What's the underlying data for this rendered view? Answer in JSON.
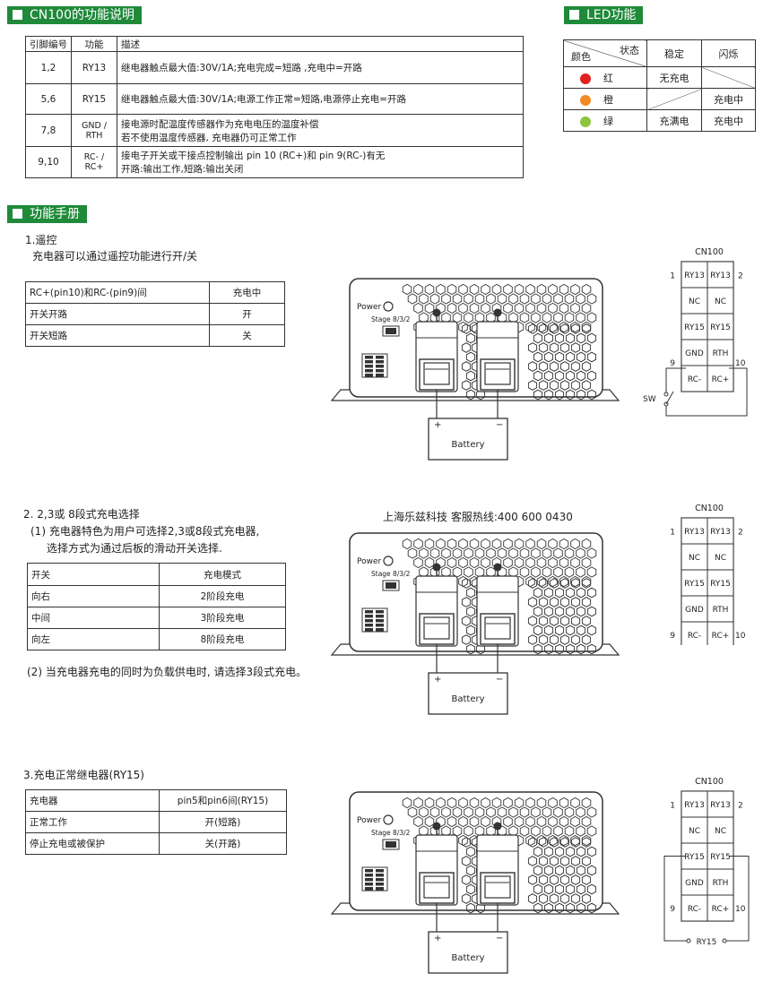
{
  "section1": {
    "title": "CN100的功能说明",
    "headers": [
      "引脚编号",
      "功能",
      "描述"
    ],
    "rows": [
      {
        "pin": "1,2",
        "func": "RY13",
        "desc1": "继电器触点最大值:30V/1A;充电完成=短路 ,充电中=开路",
        "desc2": ""
      },
      {
        "pin": "5,6",
        "func": "RY15",
        "desc1": "继电器触点最大值:30V/1A;电源工作正常=短路,电源停止充电=开路",
        "desc2": ""
      },
      {
        "pin": "7,8",
        "func": "GND / RTH",
        "desc1": "接电源时配温度传感器作为充电电压的温度补偿",
        "desc2": "若不使用温度传感器, 充电器仍可正常工作"
      },
      {
        "pin": "9,10",
        "func": "RC- / RC+",
        "desc1": "接电子开关或干接点控制输出 pin 10 (RC+)和 pin 9(RC-)有无",
        "desc2": "开路:输出工作,短路:输出关闭"
      }
    ]
  },
  "led": {
    "title": "LED功能",
    "header_state": "状态",
    "header_color": "颜色",
    "col_steady": "稳定",
    "col_flash": "闪烁",
    "rows": [
      {
        "name": "红",
        "color": "#e02020",
        "steady": "无充电",
        "flash": ""
      },
      {
        "name": "橙",
        "color": "#f08a24",
        "steady": "",
        "flash": "充电中"
      },
      {
        "name": "绿",
        "color": "#8cc63f",
        "steady": "充满电",
        "flash": "充电中"
      }
    ]
  },
  "manual": {
    "title": "功能手册",
    "s1": {
      "heading": "1.遥控",
      "desc": "充电器可以通过遥控功能进行开/关",
      "table": [
        [
          "RC+(pin10)和RC-(pin9)间",
          "充电中"
        ],
        [
          "开关开路",
          "开"
        ],
        [
          "开关短路",
          "关"
        ]
      ]
    },
    "s2": {
      "heading": "2. 2,3或 8段式充电选择",
      "desc1": "(1) 充电器特色为用户可选择2,3或8段式充电器,",
      "desc2": "选择方式为通过后板的滑动开关选择.",
      "table": [
        [
          "开关",
          "充电模式"
        ],
        [
          "向右",
          "2阶段充电"
        ],
        [
          "中间",
          "3阶段充电"
        ],
        [
          "向左",
          "8阶段充电"
        ]
      ],
      "note": "(2) 当充电器充电的同时为负载供电时, 请选择3段式充电。",
      "hotline": "上海乐兹科技 客服热线:400 600 0430"
    },
    "s3": {
      "heading": "3.充电正常继电器(RY15)",
      "table": [
        [
          "充电器",
          "pin5和pin6间(RY15)"
        ],
        [
          "正常工作",
          "开(短路)"
        ],
        [
          "停止充电或被保护",
          "关(开路)"
        ]
      ]
    }
  },
  "device": {
    "power_label": "Power",
    "stage_label": "Stage 8/3/2",
    "battery_label": "Battery",
    "plus": "+",
    "minus": "−"
  },
  "cn100": {
    "title": "CN100",
    "rows": [
      [
        "RY13",
        "RY13"
      ],
      [
        "NC",
        "NC"
      ],
      [
        "RY15",
        "RY15"
      ],
      [
        "GND",
        "RTH"
      ],
      [
        "RC-",
        "RC+"
      ]
    ],
    "pin1": "1",
    "pin2": "2",
    "pin9": "9",
    "pin10": "10",
    "sw_label": "SW",
    "ry15_label": "RY15"
  }
}
